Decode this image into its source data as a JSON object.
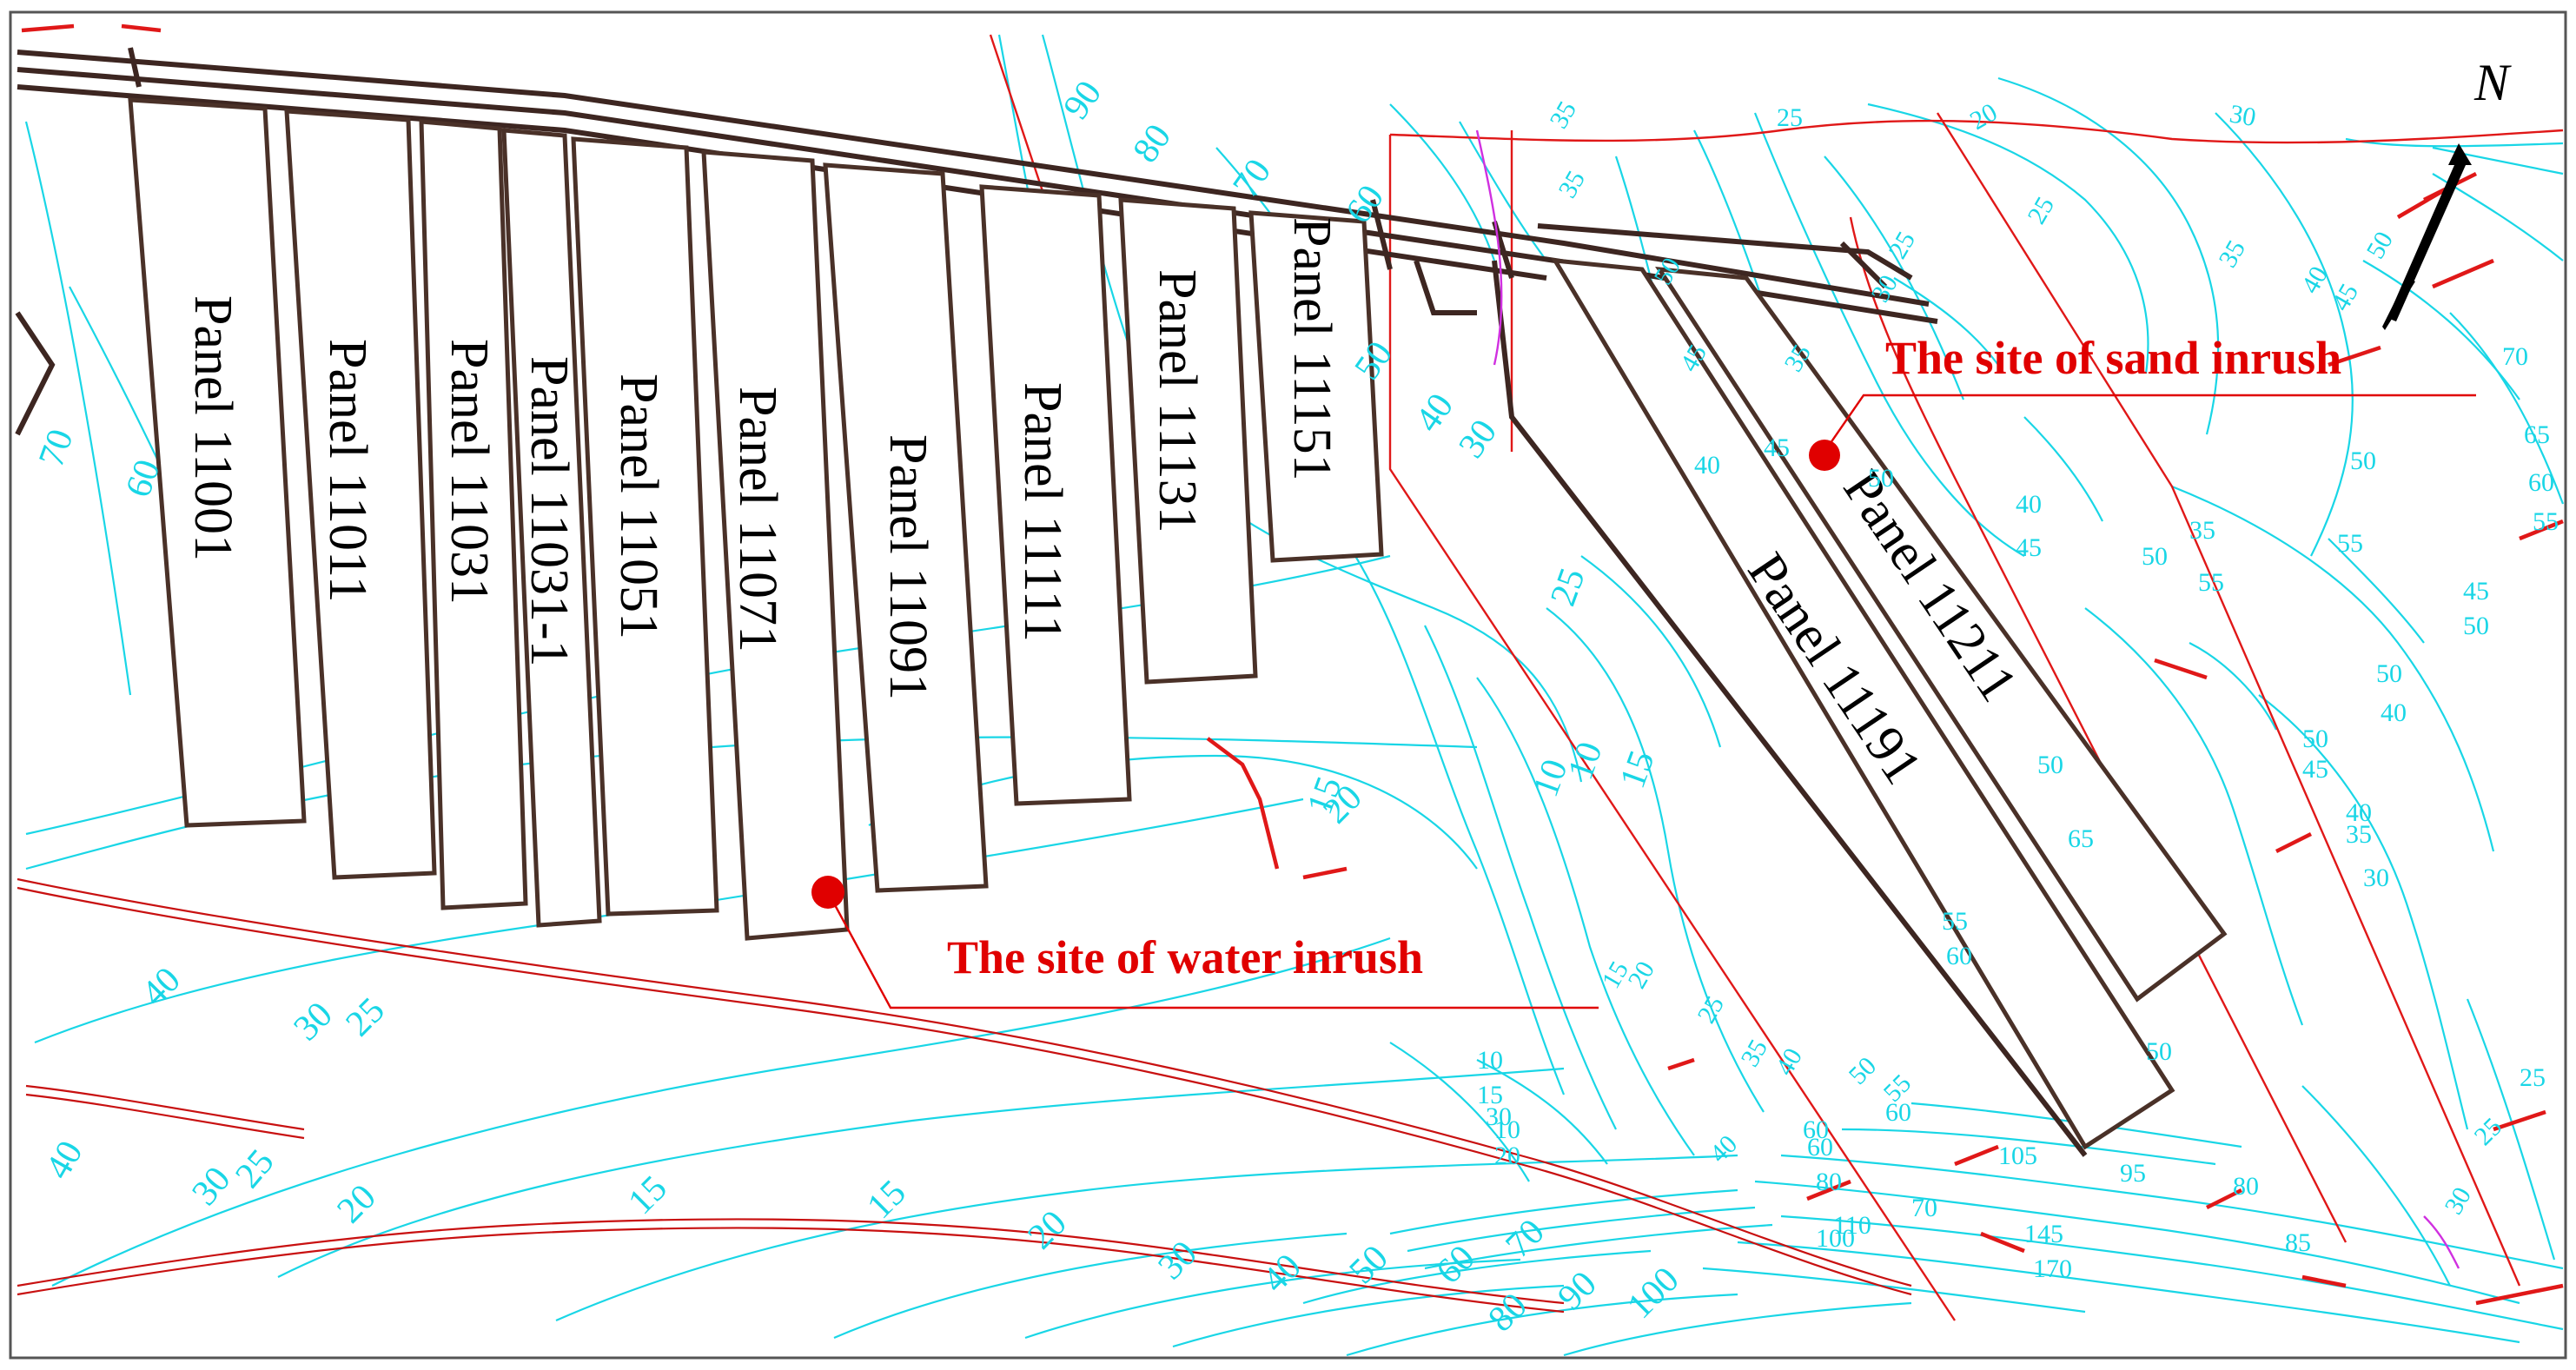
{
  "north_arrow": {
    "label": "N",
    "icon": "north-arrow-icon"
  },
  "panels": [
    {
      "id": "p11001",
      "label": "Panel 11001"
    },
    {
      "id": "p11011",
      "label": "Panel 11011"
    },
    {
      "id": "p11031",
      "label": "Panel 11031"
    },
    {
      "id": "p11031-1",
      "label": "Panel 11031-1"
    },
    {
      "id": "p11051",
      "label": "Panel 11051"
    },
    {
      "id": "p11071",
      "label": "Panel 11071"
    },
    {
      "id": "p11091",
      "label": "Panel 11091"
    },
    {
      "id": "p11111",
      "label": "Panel 11111"
    },
    {
      "id": "p11131",
      "label": "Panel 11131"
    },
    {
      "id": "p11151",
      "label": "Panel 11151"
    },
    {
      "id": "p11191",
      "label": "Panel 11191"
    },
    {
      "id": "p11211",
      "label": "Panel 11211"
    }
  ],
  "sites": {
    "sand": {
      "label": "The site of sand inrush",
      "marker_color": "#e00000"
    },
    "water": {
      "label": "The site of water inrush",
      "marker_color": "#e00000"
    }
  },
  "contour_labels": [
    "90",
    "80",
    "70",
    "60",
    "50",
    "40",
    "30",
    "25",
    "20",
    "15",
    "10",
    "35",
    "45",
    "55",
    "65",
    "100",
    "110",
    "145",
    "170",
    "85",
    "95",
    "105"
  ],
  "colors": {
    "contour": "#19d6e6",
    "boundary": "#e01818",
    "panel_outline": "#4a3128",
    "site_marker": "#e00000"
  }
}
